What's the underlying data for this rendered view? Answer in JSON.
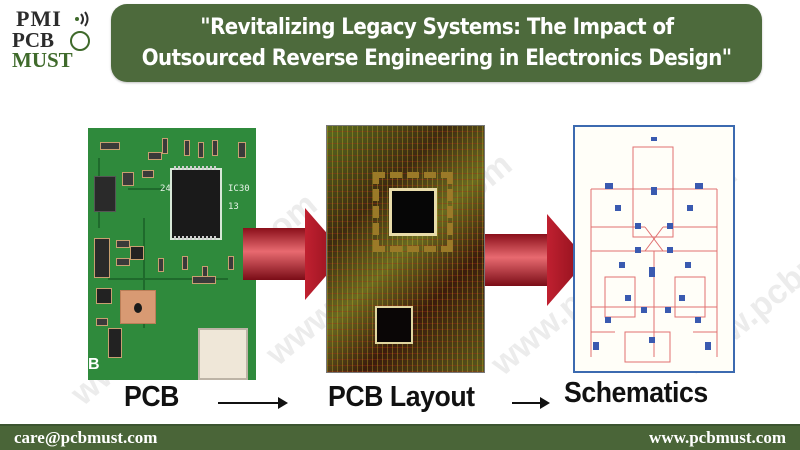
{
  "logo": {
    "line1": "PMI",
    "line2": "PCB",
    "line3": "MUST",
    "icons": [
      "signal-waves-icon",
      "globe-tree-icon"
    ]
  },
  "title": {
    "line1": "\"Revitalizing Legacy Systems: The Impact of",
    "line2": "Outsourced Reverse Engineering in Electronics Design\""
  },
  "watermark": "www.pcbmust.com",
  "panels": [
    {
      "name": "pcb-photo",
      "caption": "PCB",
      "labels": {
        "ic": "IC30",
        "pin1": "24",
        "pin2": "13",
        "corner": "B"
      }
    },
    {
      "name": "pcb-layout",
      "caption": "PCB Layout"
    },
    {
      "name": "schematic",
      "caption": "Schematics"
    }
  ],
  "colors": {
    "brand_green": "#4d6a3c",
    "footer_green": "#4a6538",
    "arrow_red": "#b3202a",
    "schematic_border": "#3c6ab0"
  },
  "footer": {
    "email": "care@pcbmust.com",
    "website": "www.pcbmust.com"
  }
}
